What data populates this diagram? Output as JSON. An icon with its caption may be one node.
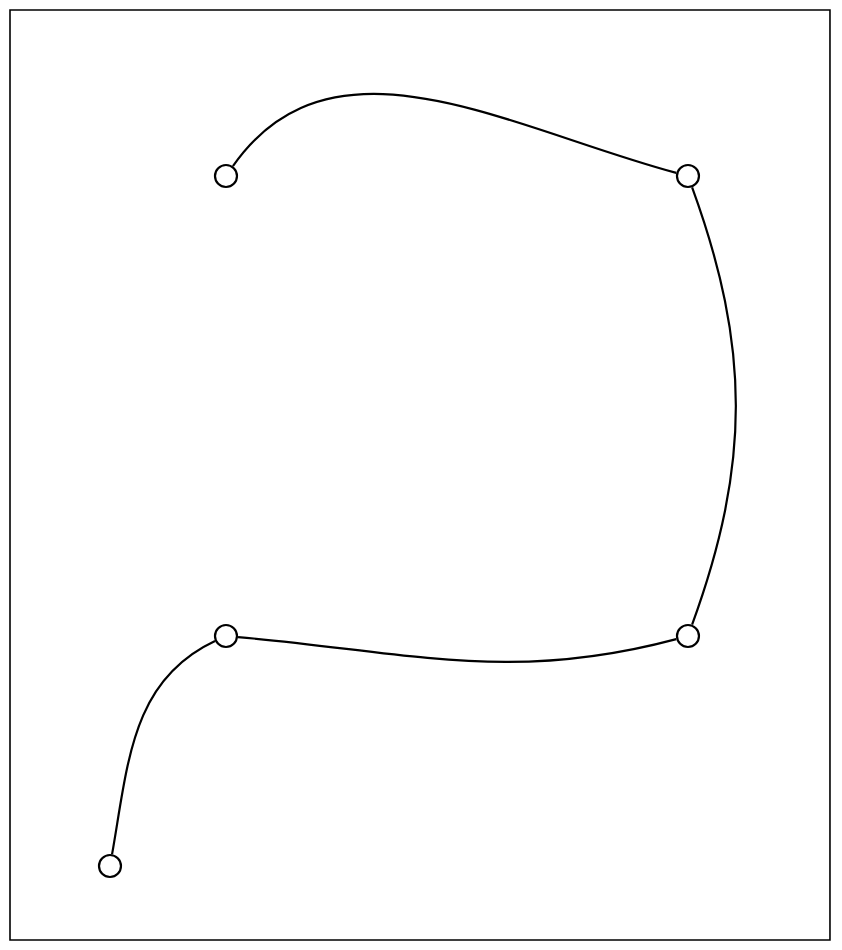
{
  "diagram": {
    "nodes": [
      {
        "text": [],
        "shape": "circle"
      },
      {
        "text": [],
        "shape": "circle"
      },
      {
        "text": [],
        "shape": "circle"
      },
      {
        "text": [],
        "shape": "circle"
      },
      {
        "text": [],
        "shape": "circle"
      }
    ],
    "edges": [
      {
        "from": 0,
        "to": 1,
        "arrow": "none"
      },
      {
        "from": 1,
        "to": 3,
        "arrow": "none"
      },
      {
        "from": 3,
        "to": 2,
        "arrow": "none"
      },
      {
        "from": 2,
        "to": 4,
        "arrow": "none"
      }
    ]
  }
}
